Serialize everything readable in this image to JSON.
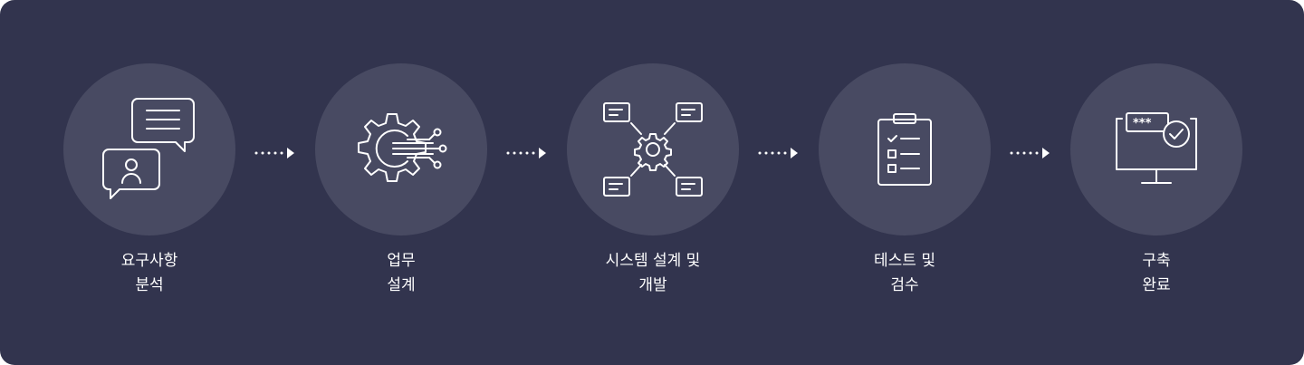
{
  "steps": [
    {
      "icon": "chat-bubbles-icon",
      "label_line1": "요구사항",
      "label_line2": "분석"
    },
    {
      "icon": "gear-circuit-icon",
      "label_line1": "업무",
      "label_line2": "설계"
    },
    {
      "icon": "network-gear-icon",
      "label_line1": "시스템 설계 및",
      "label_line2": "개발"
    },
    {
      "icon": "clipboard-checklist-icon",
      "label_line1": "테스트 및",
      "label_line2": "검수"
    },
    {
      "icon": "monitor-check-icon",
      "label_line1": "구축",
      "label_line2": "완료"
    }
  ],
  "colors": {
    "background": "#32344e",
    "circle": "#484a62",
    "foreground": "#ffffff"
  }
}
